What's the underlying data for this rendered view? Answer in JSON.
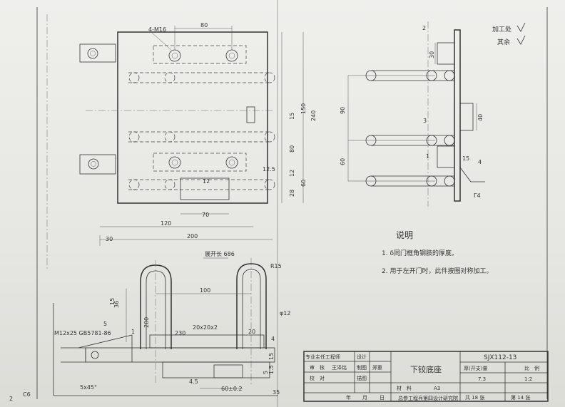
{
  "title_block": {
    "drawing_number": "SJX112-13",
    "title": "下铰底座",
    "thickness_label": "厚(开支)量",
    "scale_label": "比　例",
    "thickness_value": "7.3",
    "scale_value": "1:2",
    "total_sheets": "共 18 张",
    "sheet_number": "第 14 张",
    "institute": "总参工程兵第四设计研究院",
    "material_label": "材　料",
    "material_value": "A3",
    "roles": [
      "专业主任工程师",
      "审　核",
      "校　对",
      "设计",
      "制图",
      "描图"
    ],
    "date_labels": [
      "年",
      "月",
      "日"
    ],
    "signatures": [
      "王泽铭",
      "郑重"
    ]
  },
  "notes": {
    "heading": "说明",
    "items": [
      "1. δ同门框角钢肢的厚度。",
      "2. 用于左开门时，此件按图对称加工。"
    ]
  },
  "surface_finish": {
    "machined": "加工处",
    "rest": "其余"
  },
  "dimensions": {
    "top_bolts": "4-M16",
    "d80_top": "80",
    "d120": "120",
    "d200": "200",
    "d30": "30",
    "d70": "70",
    "d12a": "12",
    "d12_5": "12.5",
    "d28": "28",
    "d12b": "12",
    "d60a": "60",
    "d80_side": "80",
    "d15a": "15",
    "d150": "150",
    "d240": "240",
    "r_d30": "30",
    "r_d90": "90",
    "r_d60": "60",
    "r_d40": "40",
    "r_d15": "15",
    "r_label4a": "4",
    "r_label4b": "Γ4",
    "r_num3": "3",
    "r_num1": "1",
    "r_num2": "2",
    "unfold_length": "展开长 686",
    "r15": "R15",
    "d36": "36",
    "d100": "100",
    "d200_b": "200",
    "d230": "230",
    "d20x20x2": "20x20x2",
    "d20_b": "20",
    "d60_tol": "60±0.2",
    "d4_5": "4.5",
    "d15b": "15",
    "d1_5": "1.5",
    "d5": "5",
    "d6_12": "φ12",
    "d35": "35",
    "bolt_spec": "M12x25 GB5781-86",
    "chamfer": "5x45°",
    "weld_c6": "C6",
    "weld_4": "4",
    "label_2": "2",
    "label_1": "1",
    "label_5": "5",
    "label_15": "15"
  }
}
